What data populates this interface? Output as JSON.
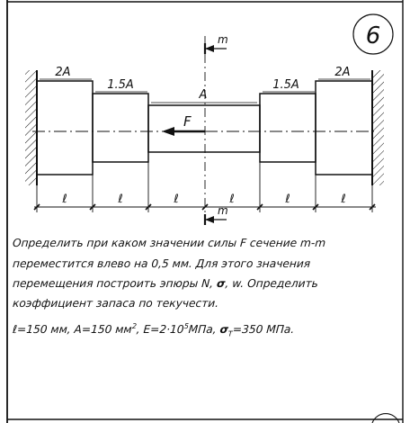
{
  "problem_number": "6",
  "section_label": "m",
  "force_label": "F",
  "segments": [
    {
      "area": "2A",
      "length": "ℓ"
    },
    {
      "area": "1.5A",
      "length": "ℓ"
    },
    {
      "area": "A",
      "length": "ℓ"
    },
    {
      "area": "",
      "length": "ℓ"
    },
    {
      "area": "1.5A",
      "length": "ℓ"
    },
    {
      "area": "2A",
      "length": "ℓ"
    }
  ],
  "text": {
    "line1": "Определить при каком значении силы F сечение m-m",
    "line2": "переместится влево на 0,5 мм. Для этого значения",
    "line3_a": "перемещения  построить эпюры N, ",
    "sigma": "σ",
    "line3_b": ", w. Определить",
    "line4": "коэффициент запаса по текучести.",
    "given_1": "ℓ=150 мм, A=150 мм",
    "sq": "2",
    "given_2": ", E=2·10",
    "exp5": "5",
    "given_3": "МПа, ",
    "sigma_t_sub": "T",
    "given_4": "=350 МПа."
  }
}
